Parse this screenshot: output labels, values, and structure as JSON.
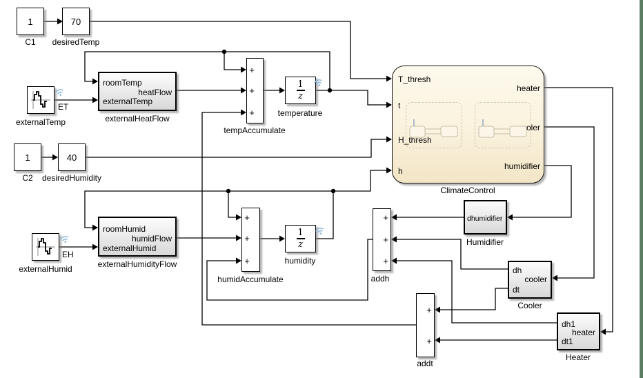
{
  "ui": {
    "plus": "+"
  },
  "colors": {
    "wire": "#000000",
    "block_fill": "#ffffff",
    "subsystem_gradient_top": "#fcfcfc",
    "subsystem_gradient_bottom": "#d8d8d8",
    "chart_fill_top": "#fdf9ec",
    "chart_fill_bottom": "#f3e5c6",
    "logging_badge_blue": "#8fb9dd",
    "window_edge_strip_green": "#5b7d61",
    "default_transition_blue": "#7a8fc2"
  },
  "blocks": {
    "c1": {
      "value": "1",
      "label": "C1"
    },
    "desired_temp": {
      "value": "70",
      "label": "desiredTemp"
    },
    "external_temp": {
      "label": "externalTemp",
      "wire_label": "ET"
    },
    "external_heat_flow": {
      "label": "externalHeatFlow",
      "ports": {
        "in1": "roomTemp",
        "in2": "externalTemp",
        "out1": "heatFlow"
      }
    },
    "temp_accumulate": {
      "label": "tempAccumulate"
    },
    "temperature": {
      "label": "temperature",
      "num": "1",
      "den": "z"
    },
    "climate_control": {
      "label": "ClimateControl",
      "inputs": [
        "T_thresh",
        "t",
        "H_thresh",
        "h"
      ],
      "outputs": [
        "heater",
        "cooler",
        "humidifier"
      ]
    },
    "c2": {
      "value": "1",
      "label": "C2"
    },
    "desired_humidity": {
      "value": "40",
      "label": "desiredHumidity"
    },
    "external_humid": {
      "label": "externalHumid",
      "wire_label": "EH"
    },
    "external_humidity_flow": {
      "label": "externalHumidityFlow",
      "ports": {
        "in1": "roomHumid",
        "in2": "externalHumid",
        "out1": "humidFlow"
      }
    },
    "humid_accumulate": {
      "label": "humidAccumulate"
    },
    "humidity": {
      "label": "humidity",
      "num": "1",
      "den": "z"
    },
    "addh": {
      "label": "addh"
    },
    "addt": {
      "label": "addt"
    },
    "humidifier": {
      "label": "Humidifier",
      "ports": {
        "out1": "dhumidifier"
      }
    },
    "cooler": {
      "label": "Cooler",
      "ports": {
        "out1": "dh",
        "out2": "dt",
        "in1": "cooler"
      }
    },
    "heater": {
      "label": "Heater",
      "ports": {
        "out1": "dh1",
        "out2": "dt1",
        "in1": "heater"
      }
    }
  }
}
